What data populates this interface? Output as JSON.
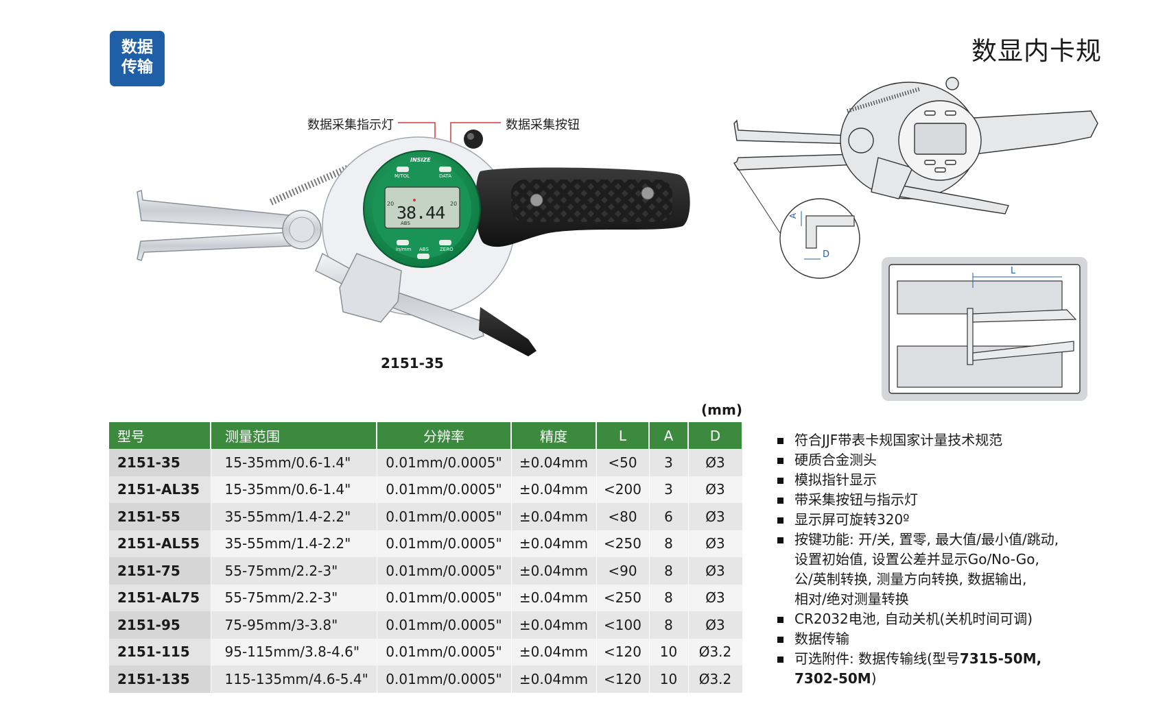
{
  "badge": {
    "line1": "数据",
    "line2": "传输"
  },
  "page_title": "数显内卡规",
  "callouts": {
    "indicator_light": "数据采集指示灯",
    "data_button": "数据采集按钮"
  },
  "product_model_caption": "2151-35",
  "device_display": {
    "brand": "INSIZE",
    "btn_mtol": "M/TOL",
    "btn_data": "DATA",
    "btn_inmm": "in/mm",
    "btn_abs": "ABS",
    "btn_zero": "ZERO",
    "reading": "38.44",
    "abs_indicator": "ABS",
    "scale_left": "20",
    "scale_right": "20"
  },
  "diagram_labels": {
    "a": "A",
    "d": "D",
    "l": "L"
  },
  "unit_label": "(mm)",
  "table": {
    "headers": [
      "型号",
      "测量范围",
      "分辨率",
      "精度",
      "L",
      "A",
      "D"
    ],
    "rows": [
      [
        "2151-35",
        "15-35mm/0.6-1.4\"",
        "0.01mm/0.0005\"",
        "±0.04mm",
        "<50",
        "3",
        "Ø3"
      ],
      [
        "2151-AL35",
        "15-35mm/0.6-1.4\"",
        "0.01mm/0.0005\"",
        "±0.04mm",
        "<200",
        "3",
        "Ø3"
      ],
      [
        "2151-55",
        "35-55mm/1.4-2.2\"",
        "0.01mm/0.0005\"",
        "±0.04mm",
        "<80",
        "6",
        "Ø3"
      ],
      [
        "2151-AL55",
        "35-55mm/1.4-2.2\"",
        "0.01mm/0.0005\"",
        "±0.04mm",
        "<250",
        "8",
        "Ø3"
      ],
      [
        "2151-75",
        "55-75mm/2.2-3\"",
        "0.01mm/0.0005\"",
        "±0.04mm",
        "<90",
        "8",
        "Ø3"
      ],
      [
        "2151-AL75",
        "55-75mm/2.2-3\"",
        "0.01mm/0.0005\"",
        "±0.04mm",
        "<250",
        "8",
        "Ø3"
      ],
      [
        "2151-95",
        "75-95mm/3-3.8\"",
        "0.01mm/0.0005\"",
        "±0.04mm",
        "<100",
        "8",
        "Ø3"
      ],
      [
        "2151-115",
        "95-115mm/3.8-4.6\"",
        "0.01mm/0.0005\"",
        "±0.04mm",
        "<120",
        "10",
        "Ø3.2"
      ],
      [
        "2151-135",
        "115-135mm/4.6-5.4\"",
        "0.01mm/0.0005\"",
        "±0.04mm",
        "<120",
        "10",
        "Ø3.2"
      ]
    ]
  },
  "features": {
    "f1": "符合JJF带表卡规国家计量技术规范",
    "f2": "硬质合金测头",
    "f3": "模拟指针显示",
    "f4": "带采集按钮与指示灯",
    "f5": "显示屏可旋转320º",
    "f6_l1": "按键功能: 开/关, 置零, 最大值/最小值/跳动,",
    "f6_l2": "设置初始值, 设置公差并显示Go/No-Go,",
    "f6_l3": "公/英制转换, 测量方向转换, 数据输出,",
    "f6_l4": "相对/绝对测量转换",
    "f7": "CR2032电池, 自动关机(关机时间可调)",
    "f8": "数据传输",
    "f9_a": "可选附件: 数据传输线(型号",
    "f9_b": "7315-50M,",
    "f9_c": "7302-50M",
    "f9_d": ")"
  }
}
